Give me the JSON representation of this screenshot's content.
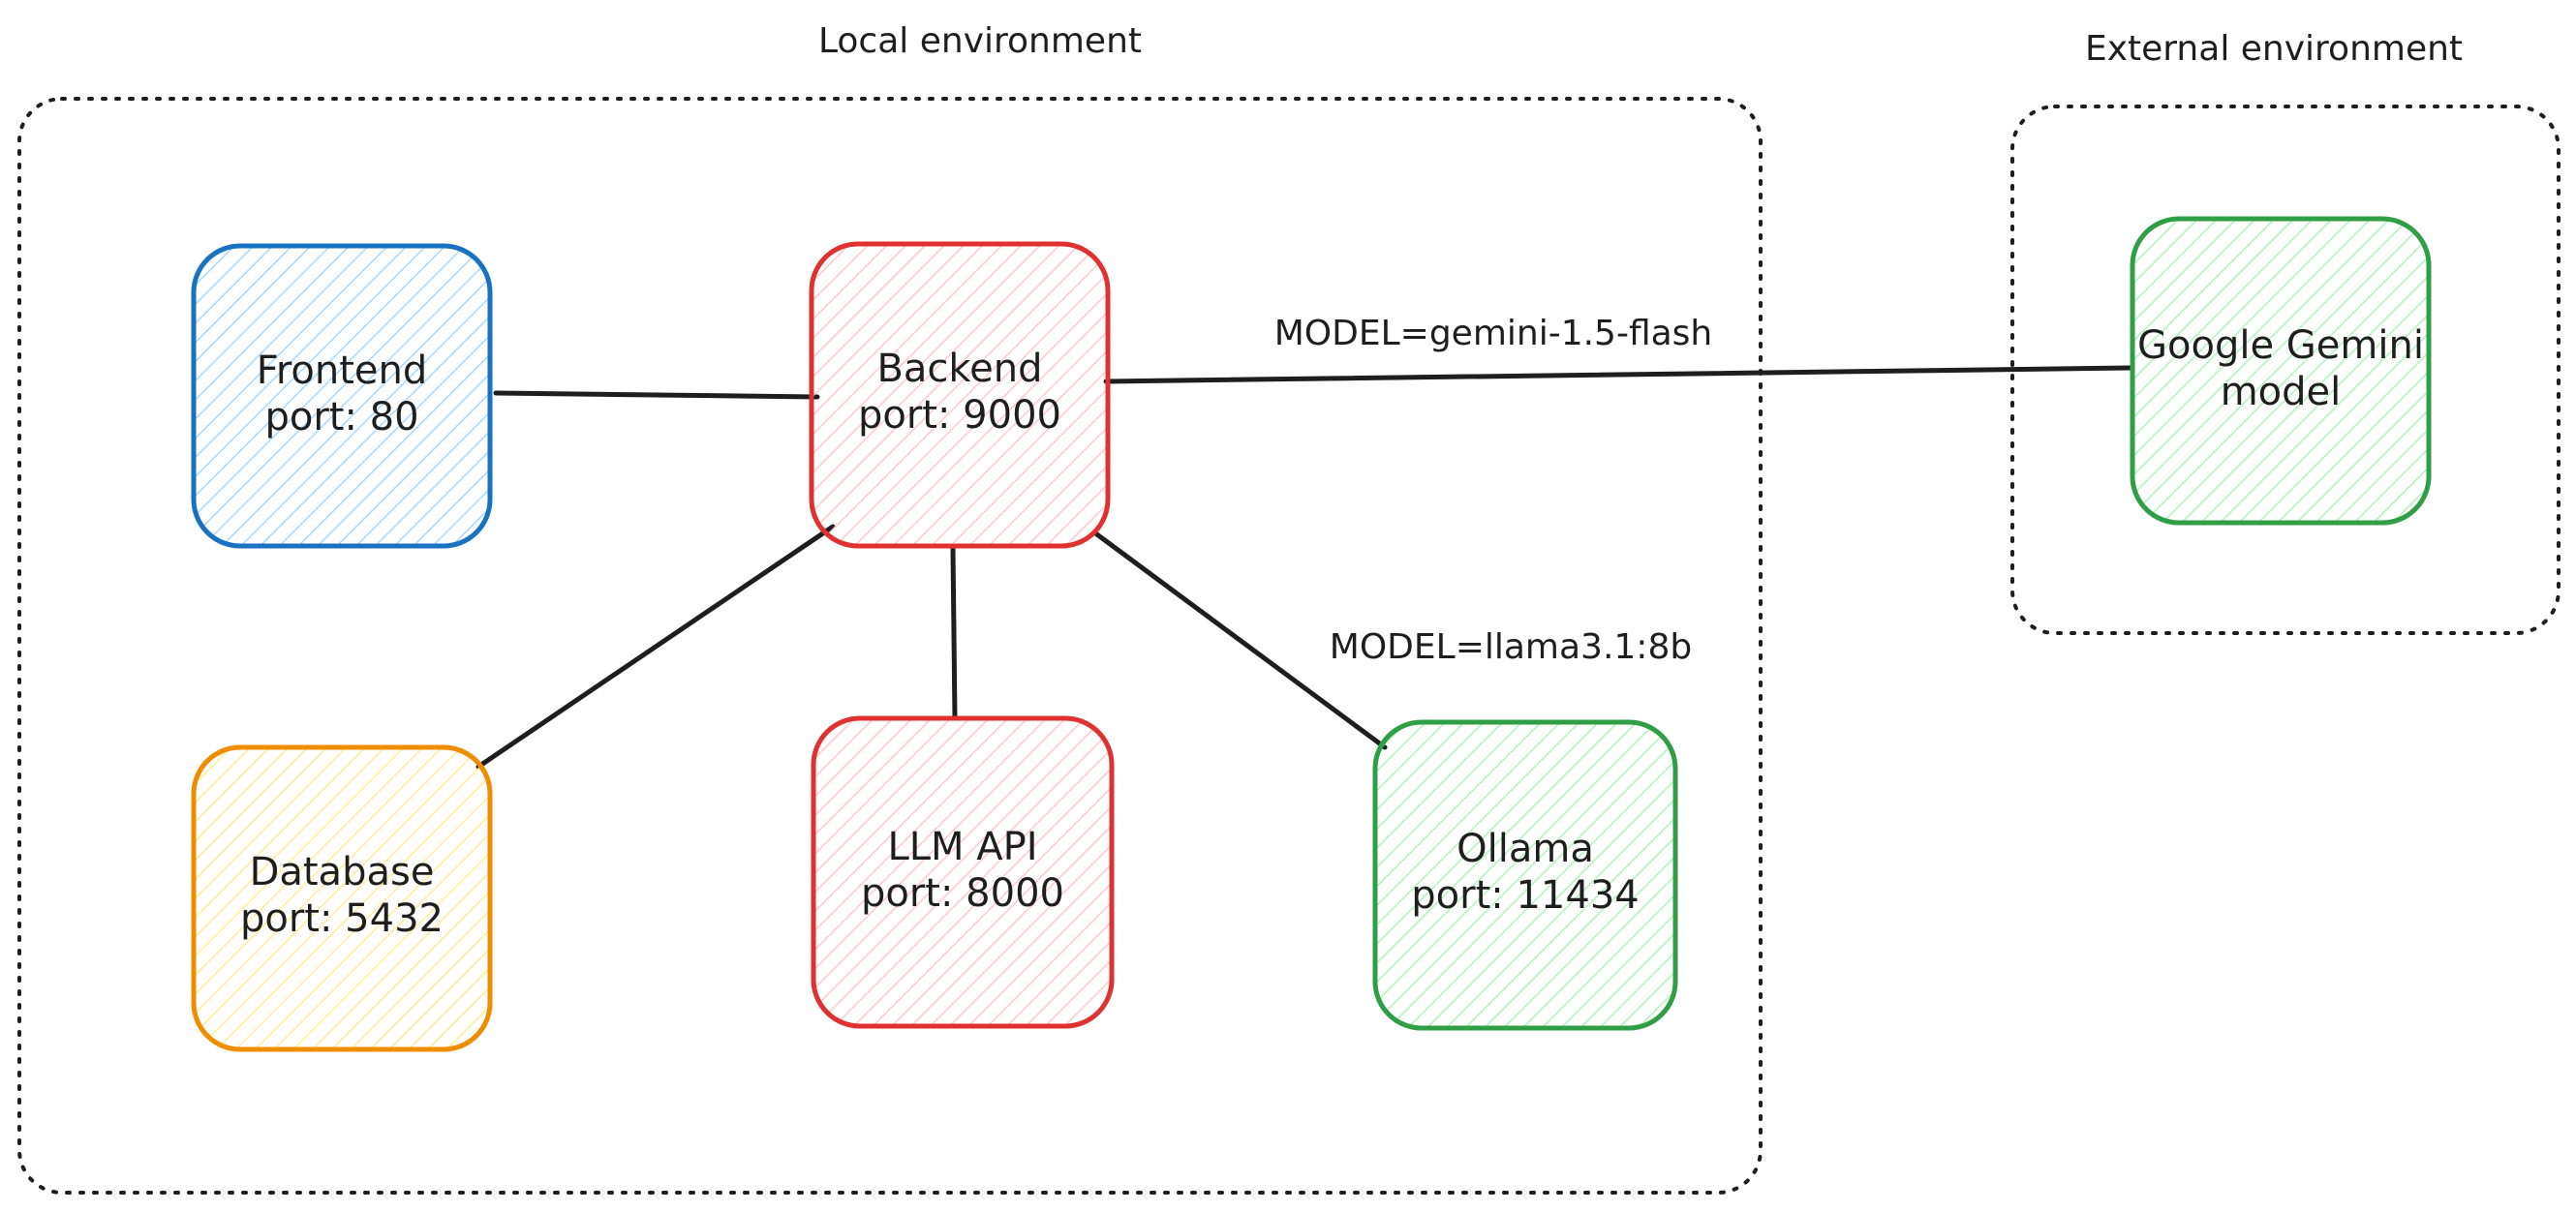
{
  "environments": {
    "local": {
      "label": "Local environment"
    },
    "external": {
      "label": "External environment"
    }
  },
  "nodes": {
    "frontend": {
      "line1": "Frontend",
      "line2": "port: 80",
      "stroke": "#1971c2",
      "fill": "#a5d8ff"
    },
    "backend": {
      "line1": "Backend",
      "line2": "port: 9000",
      "stroke": "#e03131",
      "fill": "#ffc9c9"
    },
    "database": {
      "line1": "Database",
      "line2": "port: 5432",
      "stroke": "#f08c00",
      "fill": "#ffec99"
    },
    "llm_api": {
      "line1": "LLM API",
      "line2": "port: 8000",
      "stroke": "#e03131",
      "fill": "#ffc9c9"
    },
    "ollama": {
      "line1": "Ollama",
      "line2": "port: 11434",
      "stroke": "#2f9e44",
      "fill": "#b2f2bb"
    },
    "gemini": {
      "line1": "Google Gemini",
      "line2": "model",
      "stroke": "#2f9e44",
      "fill": "#b2f2bb"
    }
  },
  "edges": {
    "gemini_label": "MODEL=gemini-1.5-flash",
    "ollama_label": "MODEL=llama3.1:8b"
  }
}
